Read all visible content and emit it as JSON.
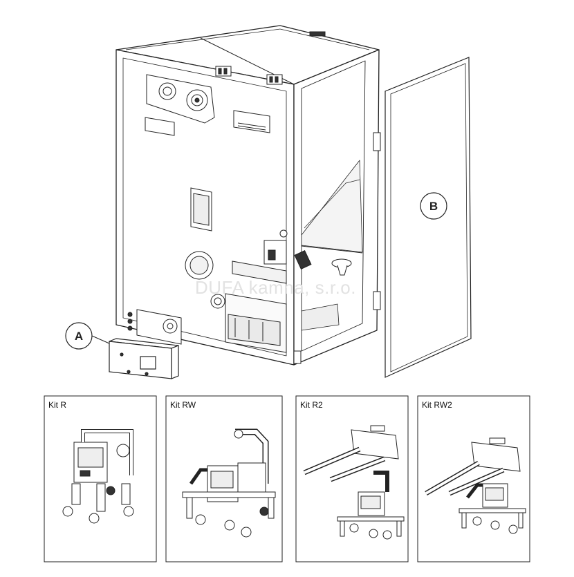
{
  "watermark": "DUFA kamna, s.r.o.",
  "callouts": {
    "a": "A",
    "b": "B"
  },
  "kits": [
    {
      "label": "Kit R"
    },
    {
      "label": "Kit RW"
    },
    {
      "label": "Kit R2"
    },
    {
      "label": "Kit RW2"
    }
  ]
}
